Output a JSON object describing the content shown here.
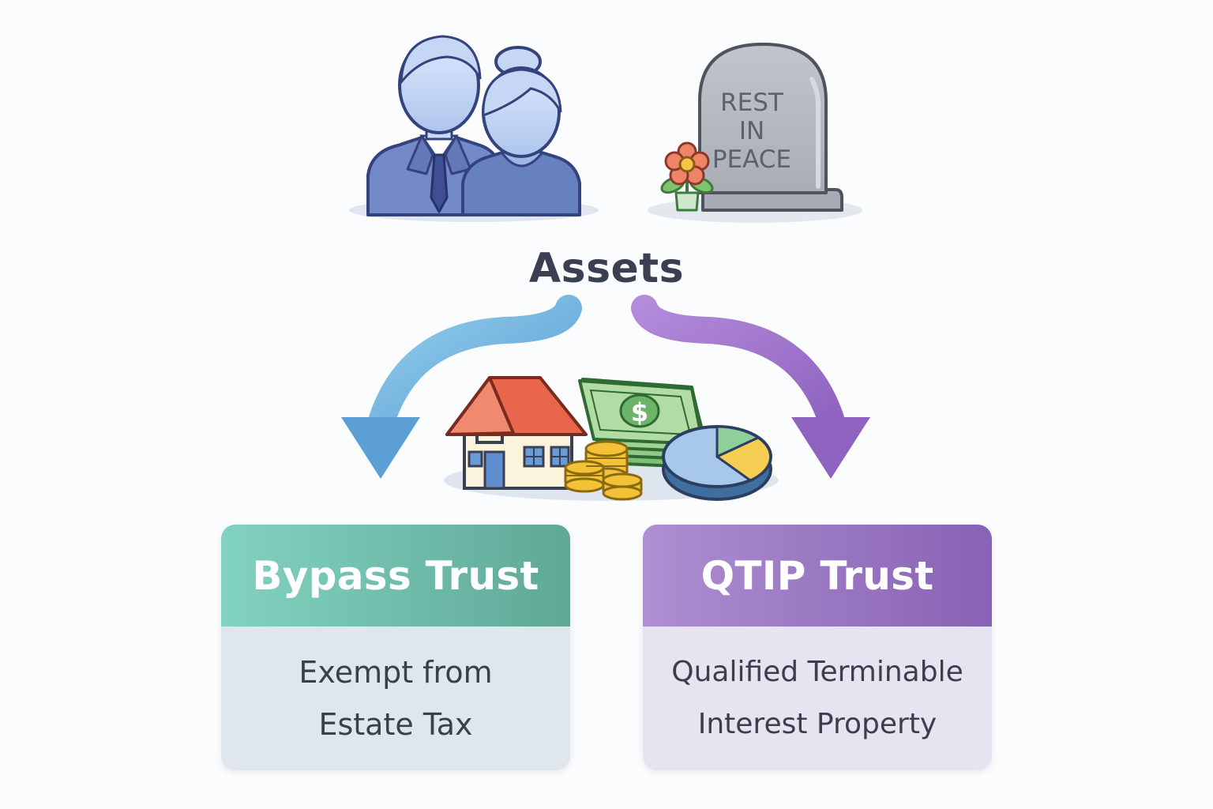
{
  "title": "Assets",
  "headstone": {
    "line1": "REST",
    "line2": "IN",
    "line3": "PEACE"
  },
  "currency_symbol": "$",
  "cards": [
    {
      "title": "Bypass Trust",
      "lines": [
        "Exempt from",
        "Estate Tax"
      ],
      "accent": "#6fbfac"
    },
    {
      "title": "QTIP Trust",
      "lines": [
        "Qualified Terminable",
        "Interest Property"
      ],
      "accent": "#9a78c4"
    }
  ],
  "icons": [
    "couple-icon",
    "headstone-icon",
    "flower-icon",
    "house-icon",
    "cash-stack-icon",
    "coins-icon",
    "pie-chart-icon",
    "arrow-left-icon",
    "arrow-right-icon"
  ],
  "colors": {
    "left_arrow": "#5ea6d8",
    "right_arrow": "#9a6fca",
    "title_text": "#3a3f52"
  }
}
